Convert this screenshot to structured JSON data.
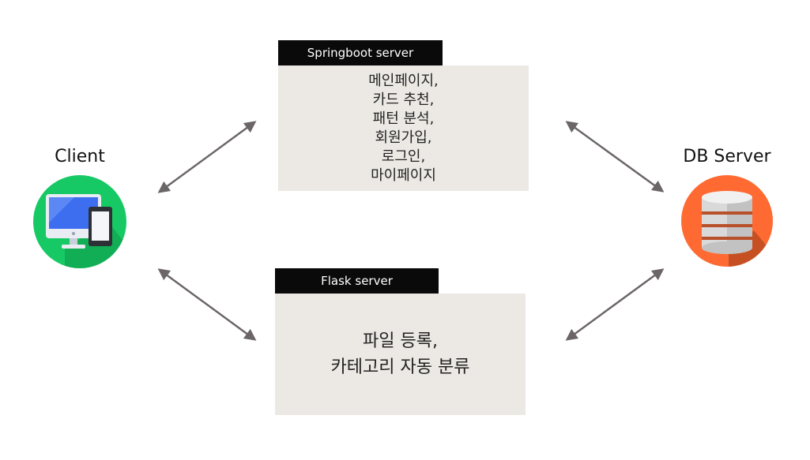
{
  "client": {
    "label": "Client",
    "icon": "computer-and-phone-icon"
  },
  "db_server": {
    "label": "DB Server",
    "icon": "database-icon"
  },
  "springboot": {
    "title": "Springboot server",
    "features": [
      "메인페이지,",
      "카드 추천,",
      "패턴 분석,",
      "회원가입,",
      "로그인,",
      "마이페이지"
    ]
  },
  "flask": {
    "title": "Flask server",
    "features": [
      "파일 등록,",
      "카테고리 자동 분류"
    ]
  },
  "colors": {
    "client_circle": "#17c964",
    "db_circle": "#ff6a33",
    "arrow": "#6b6567",
    "box_bg": "#ece9e4",
    "tab_bg": "#0a0a0a"
  }
}
